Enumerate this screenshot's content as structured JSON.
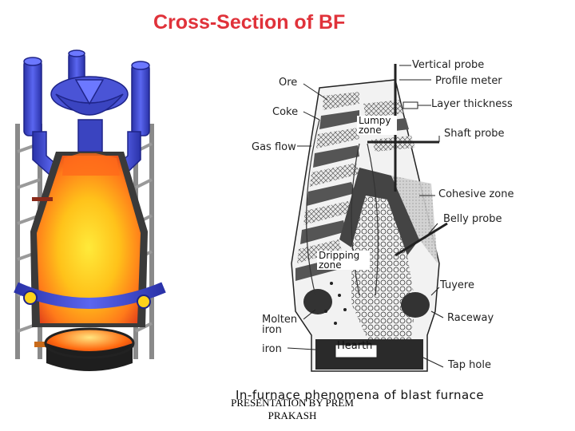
{
  "title": "Cross-Section of BF",
  "colors": {
    "title": "#e0323a",
    "tuyere_pipes": "#4a54d6",
    "hot_core": "#ff6a1a",
    "warm_zone": "#ffd21a"
  },
  "left_figure": {
    "icons": [
      "blast-furnace-3d-cutaway-icon"
    ]
  },
  "right_figure": {
    "labels": {
      "vertical_probe": "Vertical probe",
      "profile_meter": "Profile meter",
      "layer_thickness": "Layer thickness",
      "ore": "Ore",
      "coke": "Coke",
      "lumpy_zone": "Lumpy zone",
      "shaft_probe": "Shaft probe",
      "gas_flow": "Gas flow",
      "cohesive_zone": "Cohesive zone",
      "belly_probe": "Belly probe",
      "dripping_zone": "Dripping zone",
      "tuyere": "Tuyere",
      "raceway": "Raceway",
      "molten_iron": "Molten iron",
      "iron": "iron",
      "hearth": "Hearth",
      "tap_hole": "Tap hole"
    },
    "caption": "In-furnace phenomena of blast furnace"
  },
  "footer": {
    "line1": "PRESENTATION BY PREM",
    "line2": "PRAKASH"
  }
}
